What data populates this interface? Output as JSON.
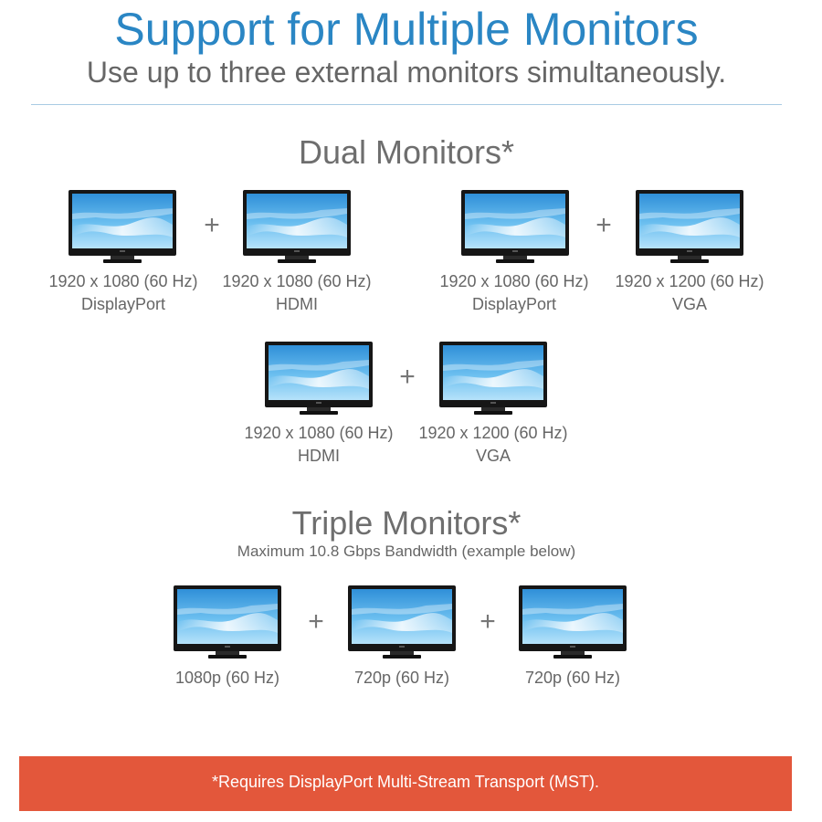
{
  "header": {
    "title": "Support for Multiple Monitors",
    "subtitle": "Use up to three external monitors simultaneously."
  },
  "dual": {
    "title": "Dual Monitors*",
    "plus": "+",
    "configs": [
      {
        "monitors": [
          {
            "resolution": "1920 x 1080 (60 Hz)",
            "port": "DisplayPort"
          },
          {
            "resolution": "1920 x 1080 (60 Hz)",
            "port": "HDMI"
          }
        ]
      },
      {
        "monitors": [
          {
            "resolution": "1920 x 1080 (60 Hz)",
            "port": "DisplayPort"
          },
          {
            "resolution": "1920 x 1200 (60 Hz)",
            "port": "VGA"
          }
        ]
      },
      {
        "monitors": [
          {
            "resolution": "1920 x 1080 (60 Hz)",
            "port": "HDMI"
          },
          {
            "resolution": "1920 x 1200 (60 Hz)",
            "port": "VGA"
          }
        ]
      }
    ]
  },
  "triple": {
    "title": "Triple Monitors*",
    "subtitle": "Maximum 10.8 Gbps Bandwidth (example below)",
    "plus": "+",
    "monitors": [
      {
        "resolution": "1080p (60 Hz)"
      },
      {
        "resolution": "720p (60 Hz)"
      },
      {
        "resolution": "720p (60 Hz)"
      }
    ]
  },
  "footer": {
    "note": "*Requires DisplayPort Multi-Stream Transport (MST)."
  },
  "colors": {
    "title_blue": "#2a86c4",
    "banner_orange": "#e3573b",
    "screen_sky": "#4aa9e6"
  },
  "icons": {
    "monitor": "monitor-icon",
    "plus": "plus-icon"
  }
}
